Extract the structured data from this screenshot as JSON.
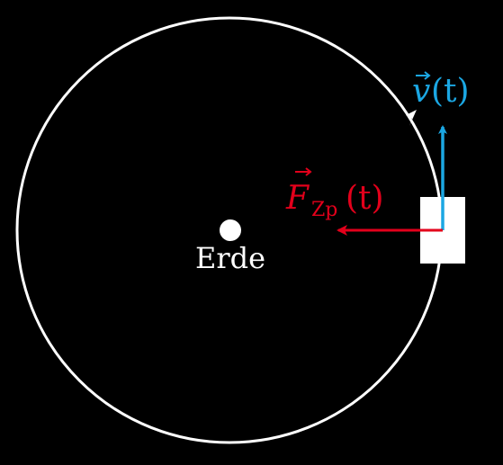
{
  "diagram": {
    "earth_label": "Erde",
    "velocity_label": {
      "symbol": "v",
      "argument": "(t)"
    },
    "force_label": {
      "symbol": "F",
      "subscript": "Zp",
      "argument": "(t)"
    },
    "colors": {
      "background": "#000000",
      "orbit": "#ffffff",
      "earth": "#ffffff",
      "satellite": "#ffffff",
      "velocity": "#1ba7e3",
      "force": "#e3001b",
      "text": "#ffffff"
    }
  }
}
